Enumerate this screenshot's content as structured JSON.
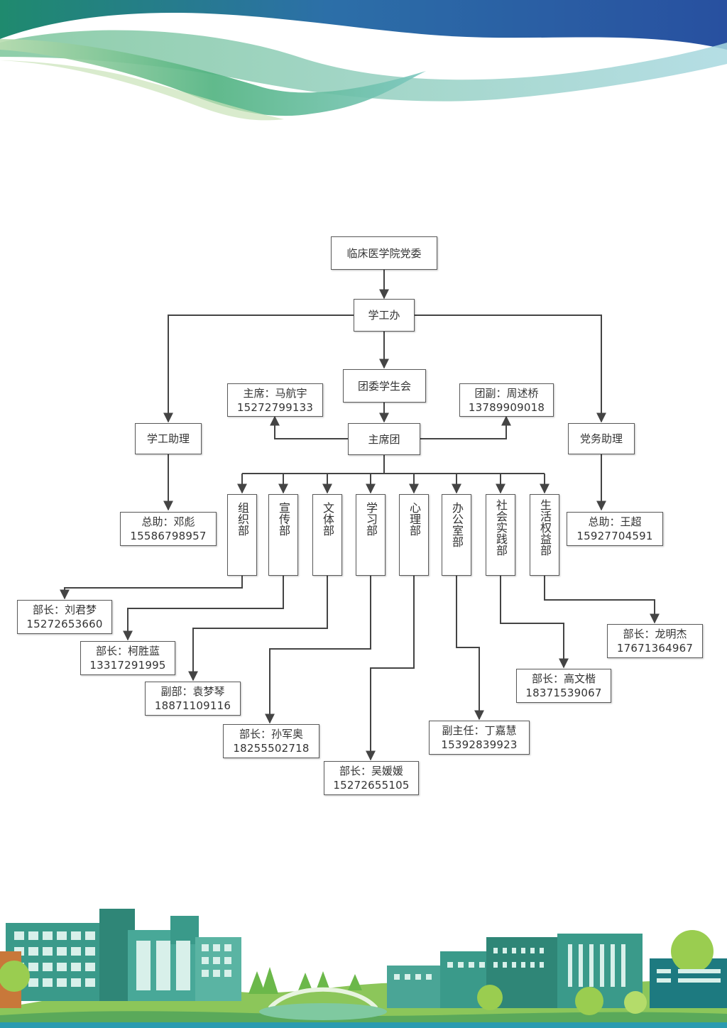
{
  "org_chart": {
    "top": "临床医学院党委",
    "office": "学工办",
    "union": "团委学生会",
    "presidium": "主席团",
    "chair": {
      "label": "主席：马航宇",
      "phone": "15272799133"
    },
    "vice": {
      "label": "团副：周述桥",
      "phone": "13789909018"
    },
    "assistant_left": "学工助理",
    "assistant_right": "党务助理",
    "assistant_left_person": {
      "label": "总助：邓彪",
      "phone": "15586798957"
    },
    "assistant_right_person": {
      "label": "总助：王超",
      "phone": "15927704591"
    },
    "departments": [
      {
        "name": "组织部",
        "head": "部长：刘君梦",
        "phone": "15272653660"
      },
      {
        "name": "宣传部",
        "head": "部长：柯胜蓝",
        "phone": "13317291995"
      },
      {
        "name": "文体部",
        "head": "副部：袁梦琴",
        "phone": "18871109116"
      },
      {
        "name": "学习部",
        "head": "部长：孙军奥",
        "phone": "18255502718"
      },
      {
        "name": "心理部",
        "head": "部长：吴媛媛",
        "phone": "15272655105"
      },
      {
        "name": "办公室部",
        "head": "副主任：丁嘉慧",
        "phone": "15392839923"
      },
      {
        "name": "社会实践部",
        "head": "部长：高文楷",
        "phone": "18371539067"
      },
      {
        "name": "生活权益部",
        "head": "部长：龙明杰",
        "phone": "17671364967"
      }
    ]
  },
  "colors": {
    "wave_green": "#5fb88a",
    "wave_blue": "#2a5ca8",
    "building_teal": "#3a9a8a",
    "ground_green": "#8cc65a",
    "line": "#444444"
  }
}
